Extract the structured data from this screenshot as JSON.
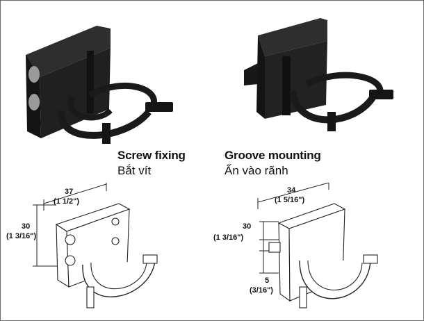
{
  "products": [
    {
      "name": "Screw fixing",
      "name_vi": "Bắt vít",
      "width_mm": "37",
      "width_in": "(1 1/2\")",
      "height_mm": "30",
      "height_in": "(1 3/16\")"
    },
    {
      "name": "Groove mounting",
      "name_vi": "Ấn vào rãnh",
      "width_mm": "34",
      "width_in": "(1 5/16\")",
      "height_mm": "30",
      "height_in": "(1 3/16\")",
      "groove_mm": "5",
      "groove_in": "(3/16\")"
    }
  ],
  "colors": {
    "clip": "#1c1c1c",
    "line": "#222222",
    "border": "#6b6b6b"
  }
}
